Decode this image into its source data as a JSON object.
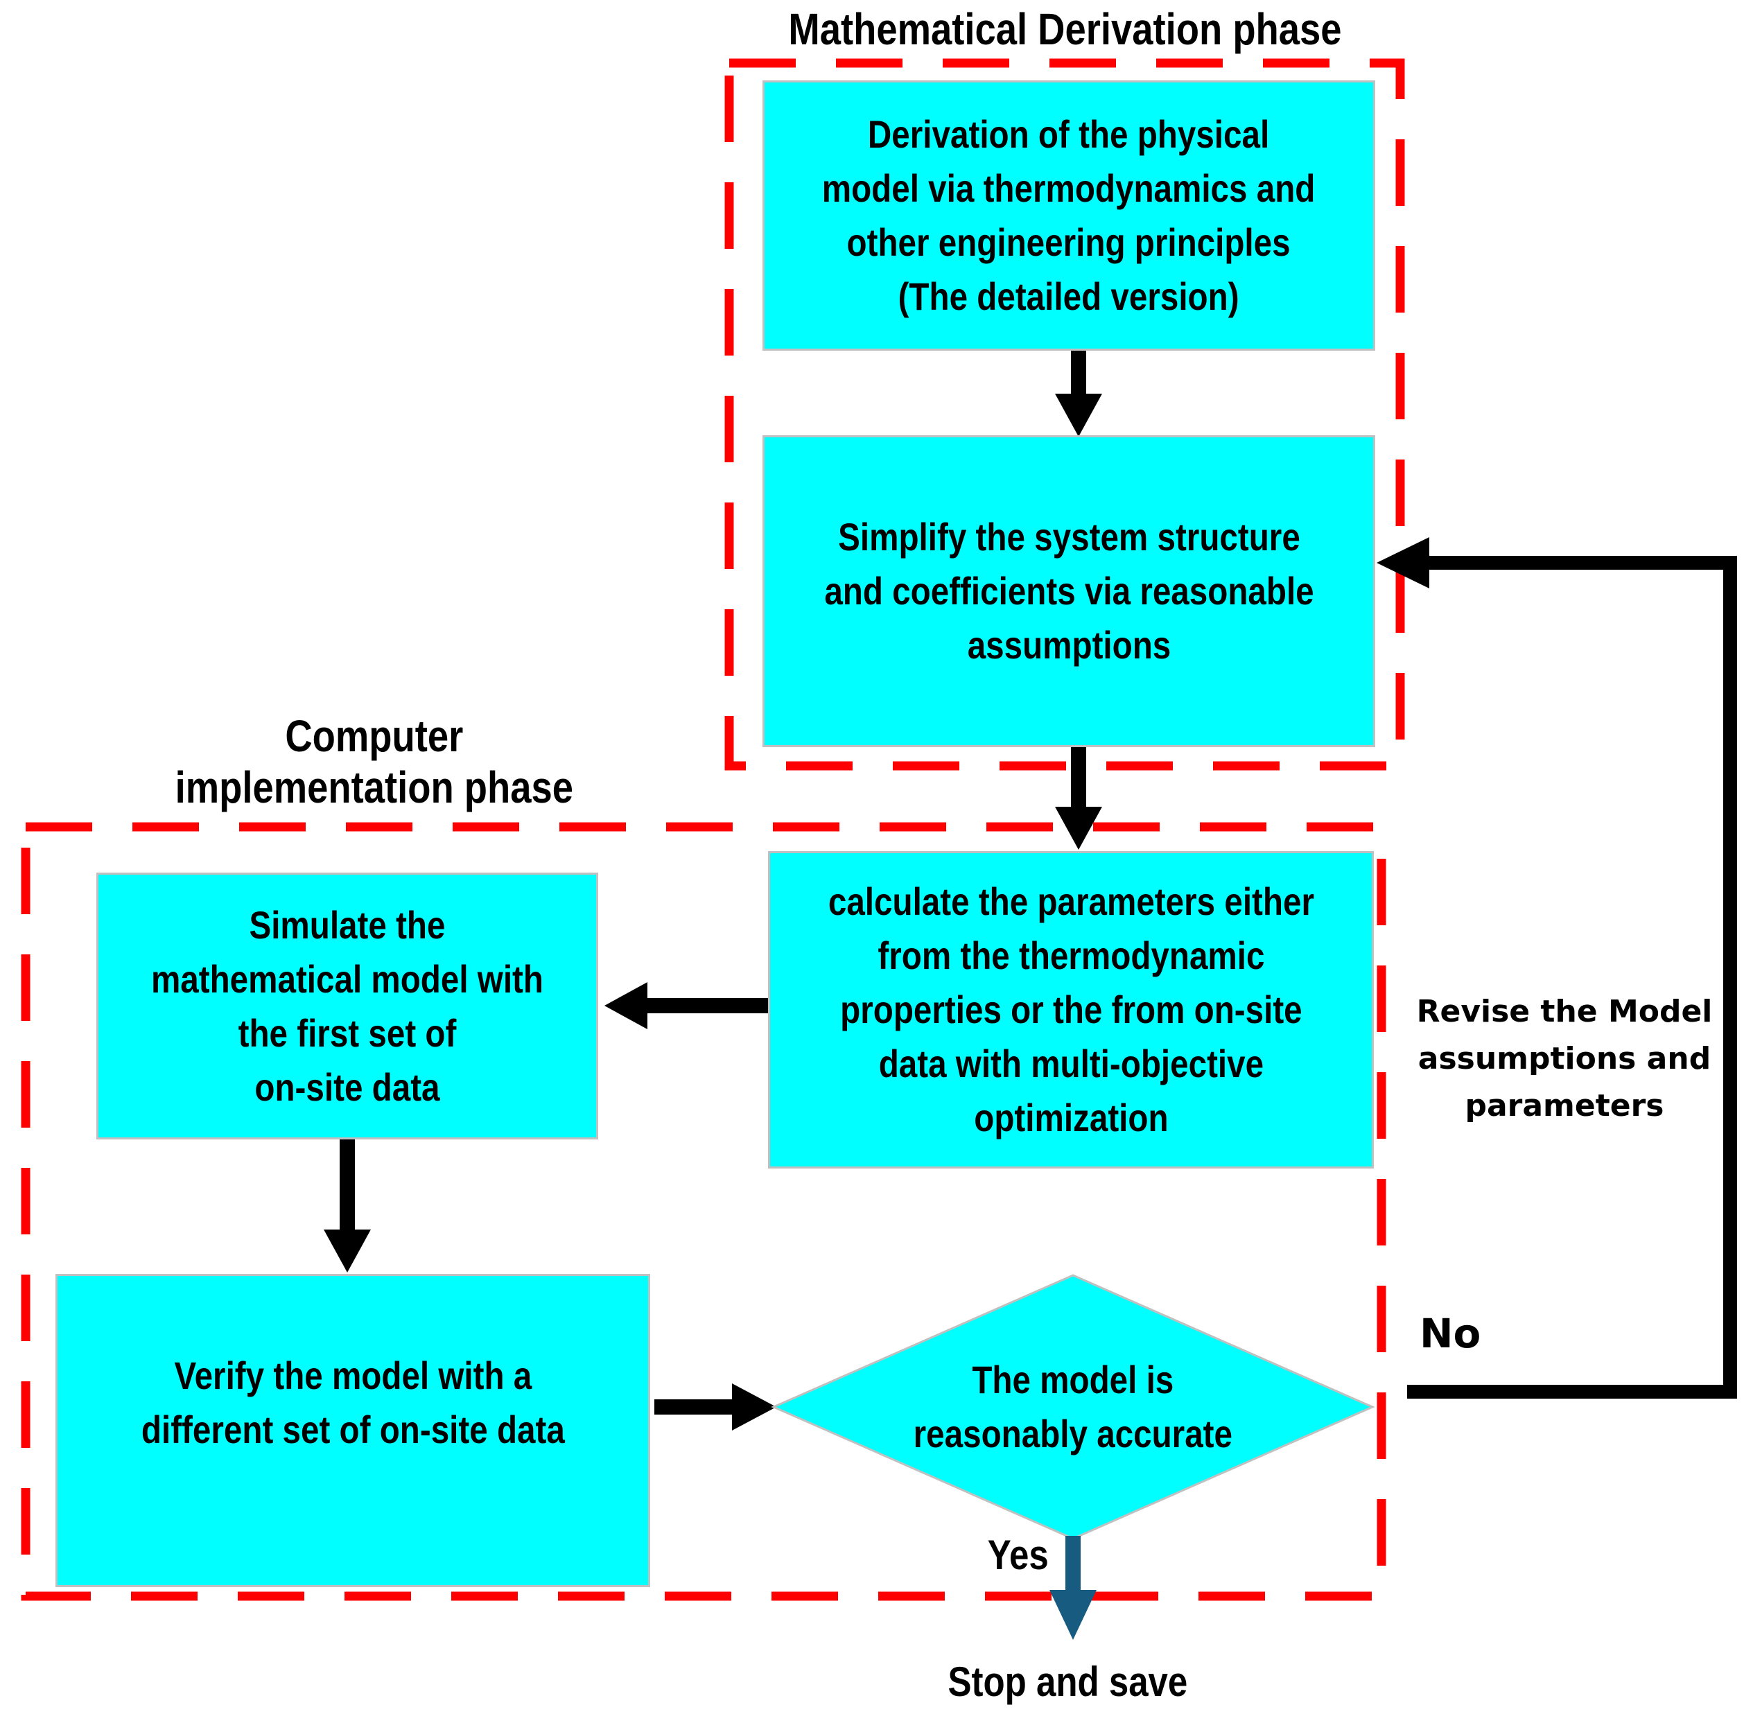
{
  "phases": {
    "math": {
      "label": "Mathematical Derivation phase"
    },
    "computer": {
      "label_lines": [
        "Computer",
        "implementation phase"
      ]
    }
  },
  "nodes": {
    "derivation": {
      "type": "process",
      "lines": [
        "Derivation of the physical",
        "model via thermodynamics and",
        "other engineering principles",
        "(The detailed version)"
      ]
    },
    "simplify": {
      "type": "process",
      "lines": [
        "Simplify the system structure",
        "and coefficients via reasonable",
        "assumptions"
      ]
    },
    "calculate": {
      "type": "process",
      "lines": [
        "calculate the parameters either",
        "from the thermodynamic",
        "properties or the from on-site",
        "data with multi-objective",
        "optimization"
      ]
    },
    "simulate": {
      "type": "process",
      "lines": [
        "Simulate the",
        "mathematical model with",
        "the first set of",
        "on-site data"
      ]
    },
    "verify": {
      "type": "process",
      "lines": [
        "Verify the model with a",
        "different set of on-site data"
      ]
    },
    "decision": {
      "type": "decision",
      "lines": [
        "The model is",
        "reasonably accurate"
      ]
    }
  },
  "edges": {
    "yes_label": "Yes",
    "no_label": "No",
    "stop_label": "Stop and save",
    "revise_lines": [
      "Revise the Model",
      "assumptions and",
      "parameters"
    ]
  },
  "colors": {
    "node_fill": "#00FFFF",
    "node_border": "#C0C0C0",
    "frame_red": "#FF0000",
    "arrow_black": "#000000",
    "arrow_accent": "#175C80"
  }
}
